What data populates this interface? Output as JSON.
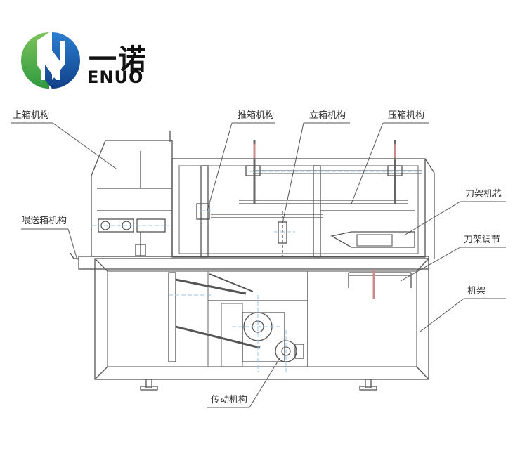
{
  "brand": {
    "name_cn": "一诺",
    "name_en": "ENUO",
    "colors": {
      "green": "#3aa845",
      "blue": "#1e63b5",
      "dark": "#0e3f86"
    }
  },
  "labels": {
    "upper_box": "上箱机构",
    "push_box": "推箱机构",
    "erect_box": "立箱机构",
    "press_box": "压箱机构",
    "blade_chip": "刀架机芯",
    "feed_box": "喂送箱机构",
    "blade_adjust": "刀架调节",
    "frame": "机架",
    "drive": "传动机构"
  },
  "colors": {
    "line": "#555555",
    "thin": "#888888",
    "accent": "#9ac6e6",
    "red": "#c98a8a"
  }
}
